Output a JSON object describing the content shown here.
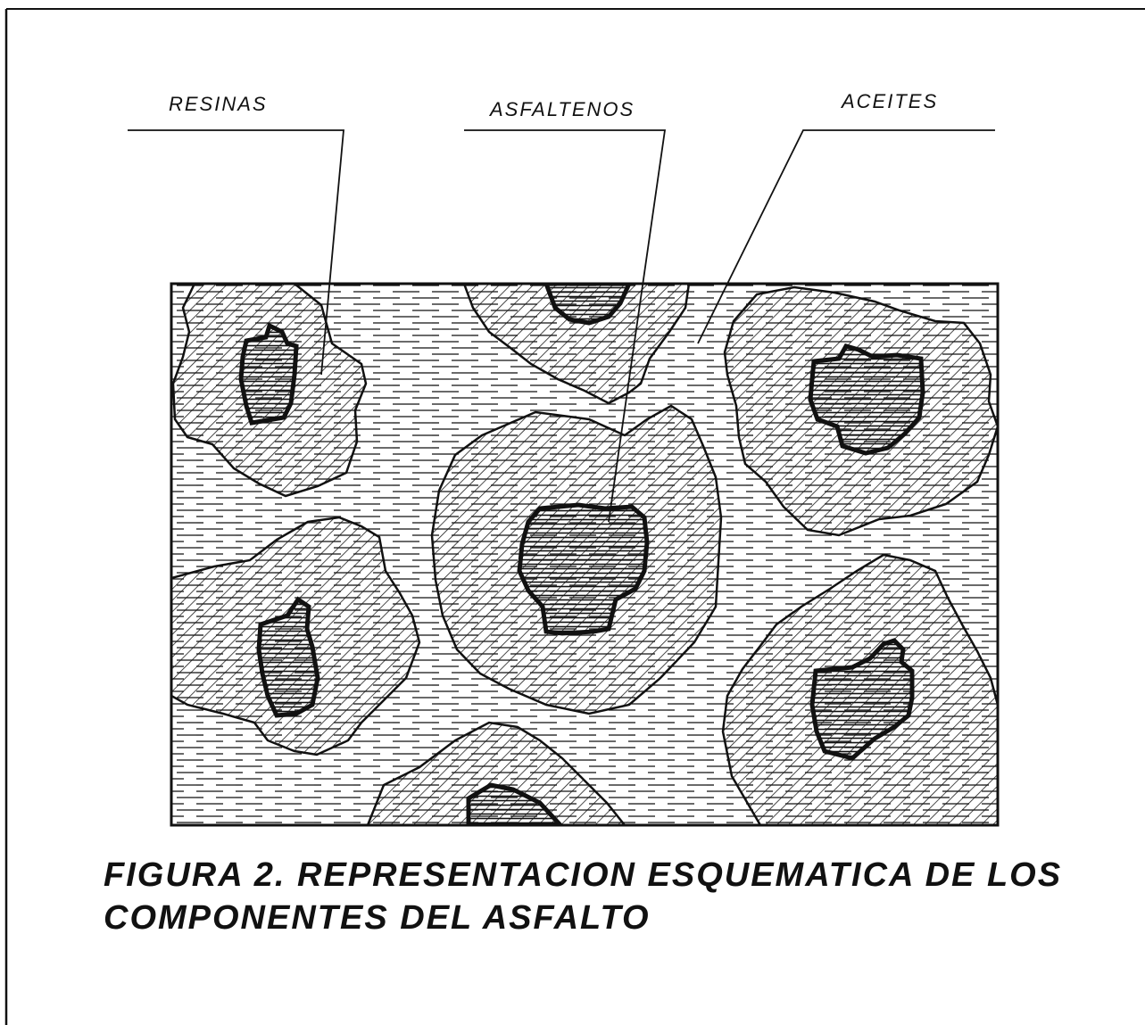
{
  "labels": {
    "resinas": "RESINAS",
    "asfaltenos": "ASFALTENOS",
    "aceites": "ACEITES"
  },
  "caption": {
    "line1": "FIGURA 2. REPRESENTACION ESQUEMATICA DE LOS",
    "line2": "COMPONENTES DEL ASFALTO"
  },
  "colors": {
    "ink": "#111111",
    "background": "#ffffff"
  }
}
